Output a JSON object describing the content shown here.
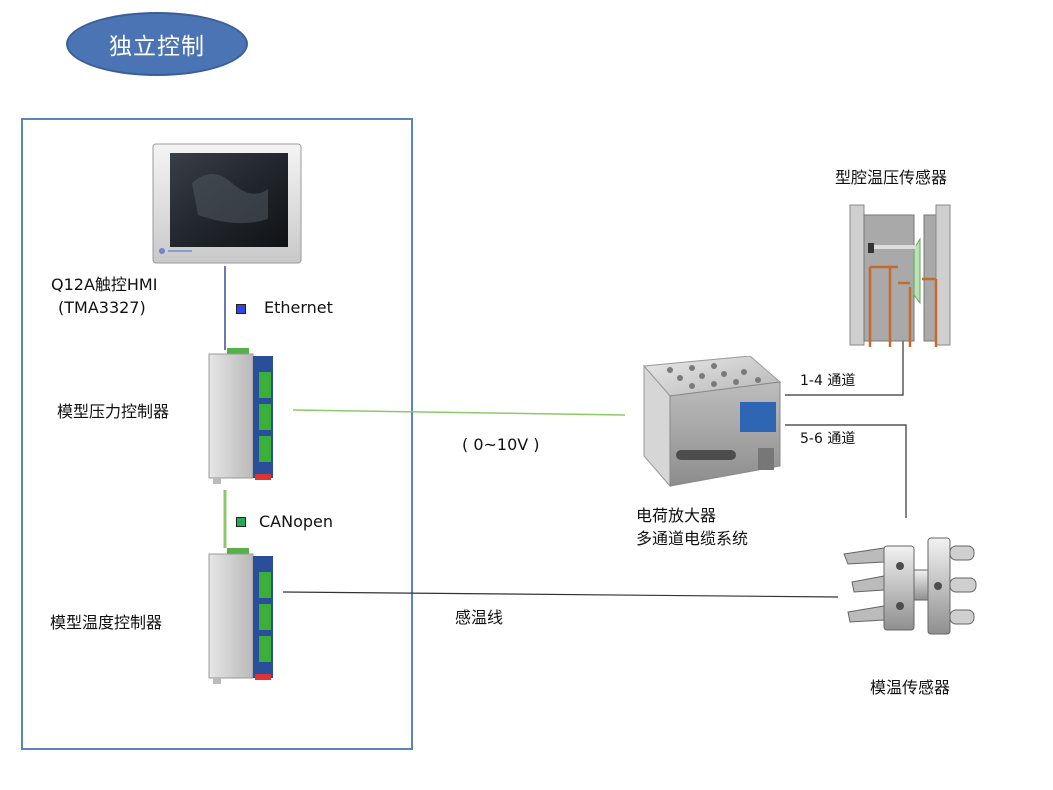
{
  "title": "独立控制",
  "hmi": {
    "line1": "Q12A触控HMI",
    "line2": "(TMA3327)"
  },
  "links": {
    "ethernet": "Ethernet",
    "canopen": "CANopen",
    "voltage": "( 0~10V )",
    "thermo_wire": "感温线",
    "channel_1_4": "1-4 通道",
    "channel_5_6": "5-6 通道"
  },
  "devices": {
    "pressure_controller": "模型压力控制器",
    "temperature_controller": "模型温度控制器",
    "amplifier_line1": "电荷放大器",
    "amplifier_line2": "多通道电缆系统",
    "cavity_sensor": "型腔温压传感器",
    "mold_temp_sensor": "模温传感器"
  },
  "colors": {
    "ethernet_marker": "#3344dd",
    "canopen_marker": "#22aa55",
    "title_fill": "#4a74b4",
    "frame": "#5b84bd",
    "green_link": "#8fc86a"
  }
}
